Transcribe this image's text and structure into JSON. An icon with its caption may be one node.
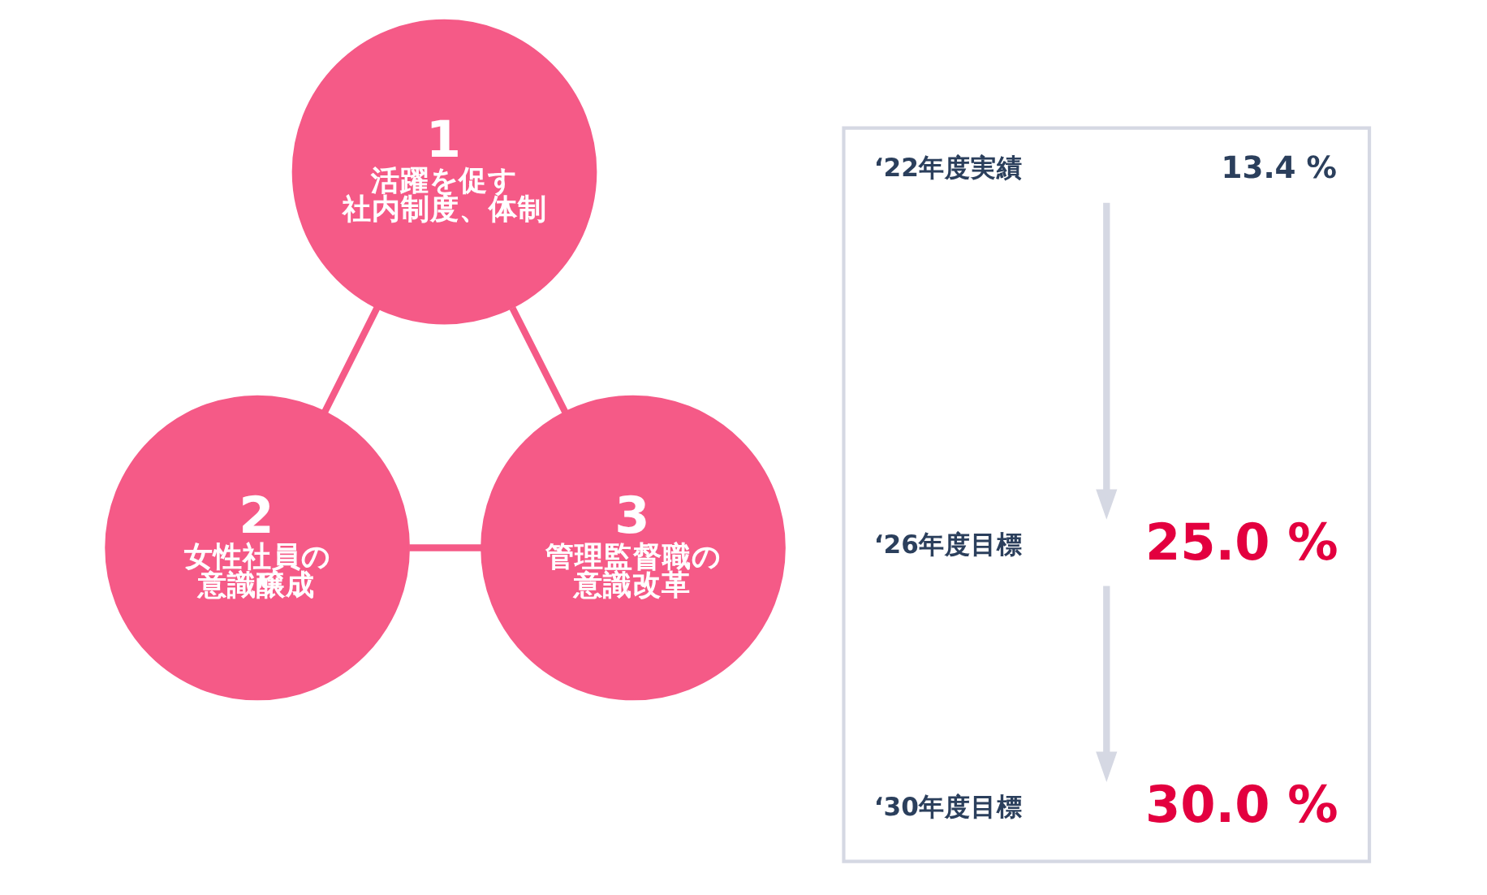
{
  "diagram": {
    "nodes": [
      {
        "text": [
          "1",
          "活躍を促す社内制度、体制"
        ]
      },
      {
        "text": [
          "2",
          "女性社員の意識醸成"
        ]
      },
      {
        "text": [
          "3",
          "管理監督職の意識改革"
        ]
      },
      {
        "text": [],
        "shape": "box"
      },
      {
        "text": [
          "‘22年度実績",
          "13.4 %"
        ],
        "in": 3
      },
      {
        "text": [
          "‘26年度目標",
          "25.0 %"
        ],
        "in": 3
      },
      {
        "text": [
          "‘30年度目標",
          "30.0 %"
        ],
        "in": 3
      }
    ],
    "edges": [
      {
        "from": 0,
        "to": 1,
        "arrow": "none"
      },
      {
        "from": 0,
        "to": 2,
        "arrow": "none"
      },
      {
        "from": 1,
        "to": 2,
        "arrow": "none"
      },
      {
        "from": 4,
        "to": 5,
        "arrow": "to",
        "color": "#d5d8e3"
      },
      {
        "from": 5,
        "to": 6,
        "arrow": "to",
        "color": "#d5d8e3"
      }
    ]
  }
}
